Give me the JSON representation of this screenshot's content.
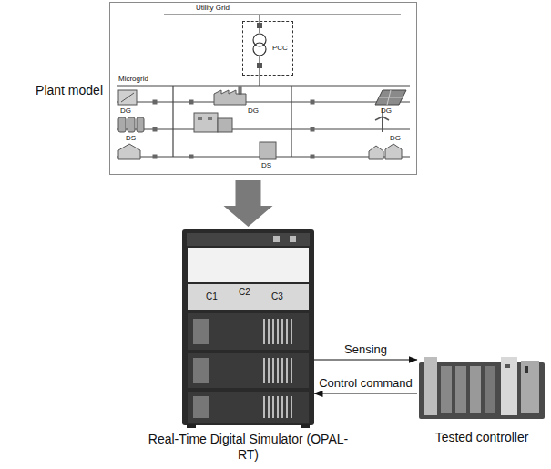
{
  "diagram": {
    "nodes": [
      {
        "text": [
          "Plant model"
        ]
      },
      {
        "text": [
          "PCC"
        ],
        "in": 0
      },
      {
        "text": [
          "Real-Time Digital Simulator (OPAL-RT)"
        ]
      },
      {
        "text": [
          "Tested controller"
        ]
      }
    ],
    "edges": [
      {
        "from": 0,
        "to": 2,
        "arrow": "to"
      },
      {
        "from": 2,
        "to": 3,
        "label": "Sensing",
        "arrow": "to"
      },
      {
        "from": 3,
        "to": 2,
        "label": "Control command",
        "arrow": "to"
      }
    ],
    "labels": [
      "Utility Grid",
      "Microgrid",
      "DG",
      "DG",
      "DG",
      "DS",
      "DG",
      "DS",
      "C1",
      "C2",
      "C3"
    ]
  }
}
